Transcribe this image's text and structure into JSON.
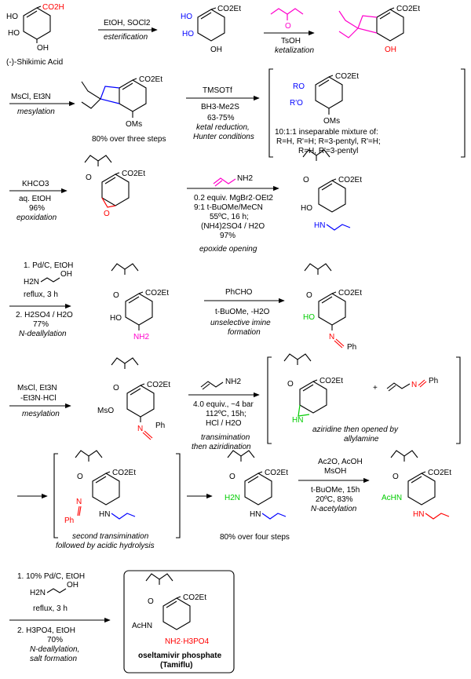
{
  "colors": {
    "black": "#000000",
    "red": "#ff0000",
    "blue": "#0000ff",
    "magenta": "#ff00cc",
    "green": "#00cc00"
  },
  "row1": {
    "start_label": "(-)-Shikimic Acid",
    "co2h": "CO2H",
    "co2et": "CO2Et",
    "step1": {
      "reagents": "EtOH, SOCl2",
      "label": "esterification"
    },
    "step2": {
      "reagents": "TsOH",
      "label": "ketalization"
    },
    "pentanone_o": "O",
    "ho": "HO",
    "oh": "OH"
  },
  "row2": {
    "step3": {
      "reagents": "MsCl, Et3N",
      "label": "mesylation"
    },
    "yield1": "80% over three steps",
    "oms": "OMs",
    "step4": {
      "reagent1": "TMSOTf",
      "reagent2": "BH3-Me2S",
      "yield": "63-75%",
      "label1": "ketal reduction,",
      "label2": "Hunter conditions"
    },
    "mixture_lines": [
      "10:1:1 inseparable mixture of:",
      "R=H, R'=H; R=3-pentyl, R'=H;",
      "R=H, R'=3-pentyl"
    ],
    "ro": "RO",
    "r2o": "R'O"
  },
  "row3": {
    "step5": {
      "reagent1": "KHCO3",
      "reagent2": "aq. EtOH",
      "yield": "96%",
      "label": "epoxidation"
    },
    "step6": {
      "amine": "NH2",
      "lines": [
        "0.2 equiv. MgBr2·OEt2",
        "9:1 t-BuOMe/MeCN",
        "55ºC, 16 h;",
        "(NH4)2SO4 / H2O",
        "97%"
      ],
      "label": "epoxide opening"
    },
    "o": "O",
    "hn": "HN",
    "ho": "HO"
  },
  "row4": {
    "step7": {
      "line1": "1. Pd/C, EtOH",
      "amine": "H2N",
      "oh": "OH",
      "line3": "reflux, 3 h",
      "line4": "2. H2SO4 / H2O",
      "yield": "77%",
      "label": "N-deallylation"
    },
    "step8": {
      "reagent": "PhCHO",
      "solvent": "t-BuOMe, -H2O",
      "label1": "unselective imine",
      "label2": "formation"
    },
    "nh2": "NH2",
    "n": "N",
    "ph": "Ph"
  },
  "row5": {
    "step9": {
      "line1": "MsCl, Et3N",
      "line2": "-Et3N·HCl",
      "label": "mesylation"
    },
    "step10": {
      "amine": "NH2",
      "lines": [
        "4.0 equiv., ~4 bar",
        "112ºC, 15h;",
        "HCl / H2O"
      ],
      "label1": "transimination",
      "label2": "then aziridination"
    },
    "bracket_label1": "aziridine then opened by",
    "bracket_label2": "allylamine",
    "mso": "MsO",
    "plus": "+"
  },
  "row6": {
    "bracket_label1": "second transimination",
    "bracket_label2": "followed by acidic hydrolysis",
    "yield": "80% over four steps",
    "step11": {
      "line1": "Ac2O, AcOH",
      "line2": "MsOH",
      "line3": "t-BuOMe, 15h",
      "line4": "20ºC, 83%",
      "label": "N-acetylation"
    },
    "h2n": "H2N",
    "achn": "AcHN"
  },
  "row7": {
    "step12": {
      "line1": "1. 10% Pd/C, EtOH",
      "amine": "H2N",
      "oh": "OH",
      "line3": "reflux, 3 h",
      "line4": "2. H3PO4, EtOH",
      "yield": "70%",
      "label1": "N-deallylation,",
      "label2": "salt formation"
    },
    "salt": "NH2·H3PO4",
    "product_name": "oseltamivir phosphate",
    "product_trade": "(Tamiflu)"
  }
}
